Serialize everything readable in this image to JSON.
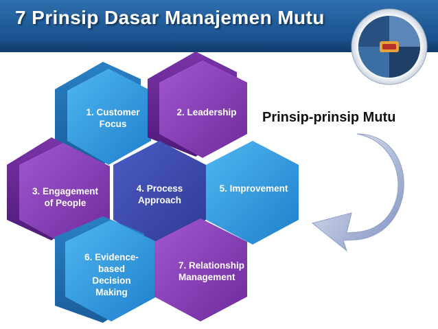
{
  "header": {
    "title": "7 Prinsip Dasar Manajemen Mutu"
  },
  "subtitle": "Prinsip-prinsip Mutu",
  "principles": [
    {
      "label": "1. Customer\nFocus",
      "color": "blue"
    },
    {
      "label": "2. Leadership",
      "color": "purple"
    },
    {
      "label": "3. Engagement\nof People",
      "color": "purple"
    },
    {
      "label": "4. Process\nApproach",
      "color": "darkblue"
    },
    {
      "label": "5. Improvement",
      "color": "blue"
    },
    {
      "label": "6. Evidence-\nbased\nDecision\nMaking",
      "color": "blue"
    },
    {
      "label": "7. Relationship\nManagement",
      "color": "purple"
    }
  ],
  "colors": {
    "header": "#1f5a98",
    "blue": "#2f9ae0",
    "purple": "#8a3fb8",
    "darkblue": "#3f4fb0",
    "arrow": "#8fa0c8"
  }
}
